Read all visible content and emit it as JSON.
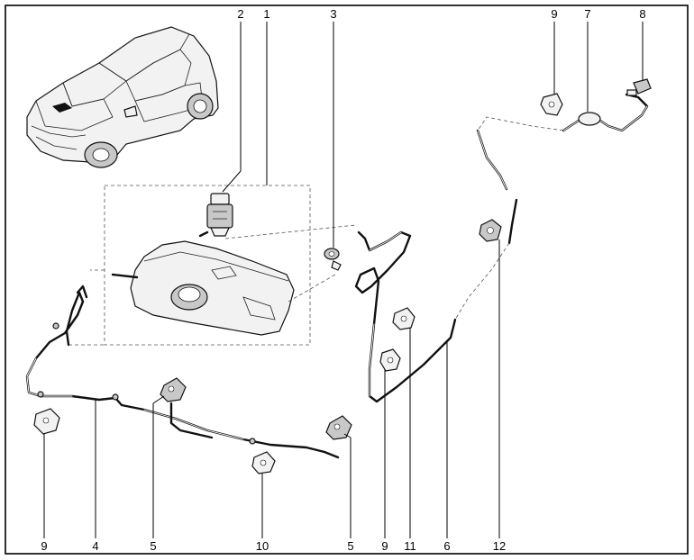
{
  "callouts": [
    {
      "id": "c2",
      "text": "2"
    },
    {
      "id": "c1",
      "text": "1"
    },
    {
      "id": "c3",
      "text": "3"
    },
    {
      "id": "c9top",
      "text": "9"
    },
    {
      "id": "c7",
      "text": "7"
    },
    {
      "id": "c8",
      "text": "8"
    },
    {
      "id": "c9a",
      "text": "9"
    },
    {
      "id": "c4",
      "text": "4"
    },
    {
      "id": "c5a",
      "text": "5"
    },
    {
      "id": "c10",
      "text": "10"
    },
    {
      "id": "c5b",
      "text": "5"
    },
    {
      "id": "c9b",
      "text": "9"
    },
    {
      "id": "c11",
      "text": "11"
    },
    {
      "id": "c6",
      "text": "6"
    },
    {
      "id": "c12",
      "text": "12"
    }
  ],
  "icons": {
    "car": "car-illustration",
    "pump": "washer-pump",
    "reservoir": "washer-reservoir",
    "grommet": "grommet",
    "nozzle": "washer-nozzle",
    "clip": "hose-clip"
  }
}
